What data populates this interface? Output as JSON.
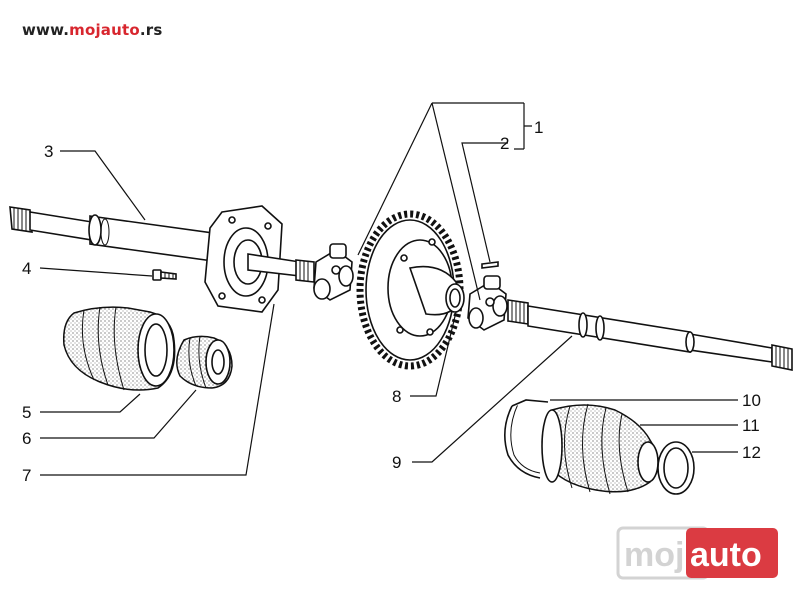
{
  "header": {
    "url_prefix": "www.",
    "url_brand": "mojauto",
    "url_suffix": ".rs"
  },
  "watermark": {
    "part1": "moj",
    "part2": "auto",
    "colors": {
      "part1": "#cfcfcf",
      "part2": "#d8262e"
    }
  },
  "callouts": [
    {
      "id": "1",
      "label": "1"
    },
    {
      "id": "2",
      "label": "2"
    },
    {
      "id": "3",
      "label": "3"
    },
    {
      "id": "4",
      "label": "4"
    },
    {
      "id": "5",
      "label": "5"
    },
    {
      "id": "6",
      "label": "6"
    },
    {
      "id": "7",
      "label": "7"
    },
    {
      "id": "8",
      "label": "8"
    },
    {
      "id": "9",
      "label": "9"
    },
    {
      "id": "10",
      "label": "10"
    },
    {
      "id": "11",
      "label": "11"
    },
    {
      "id": "12",
      "label": "12"
    }
  ]
}
